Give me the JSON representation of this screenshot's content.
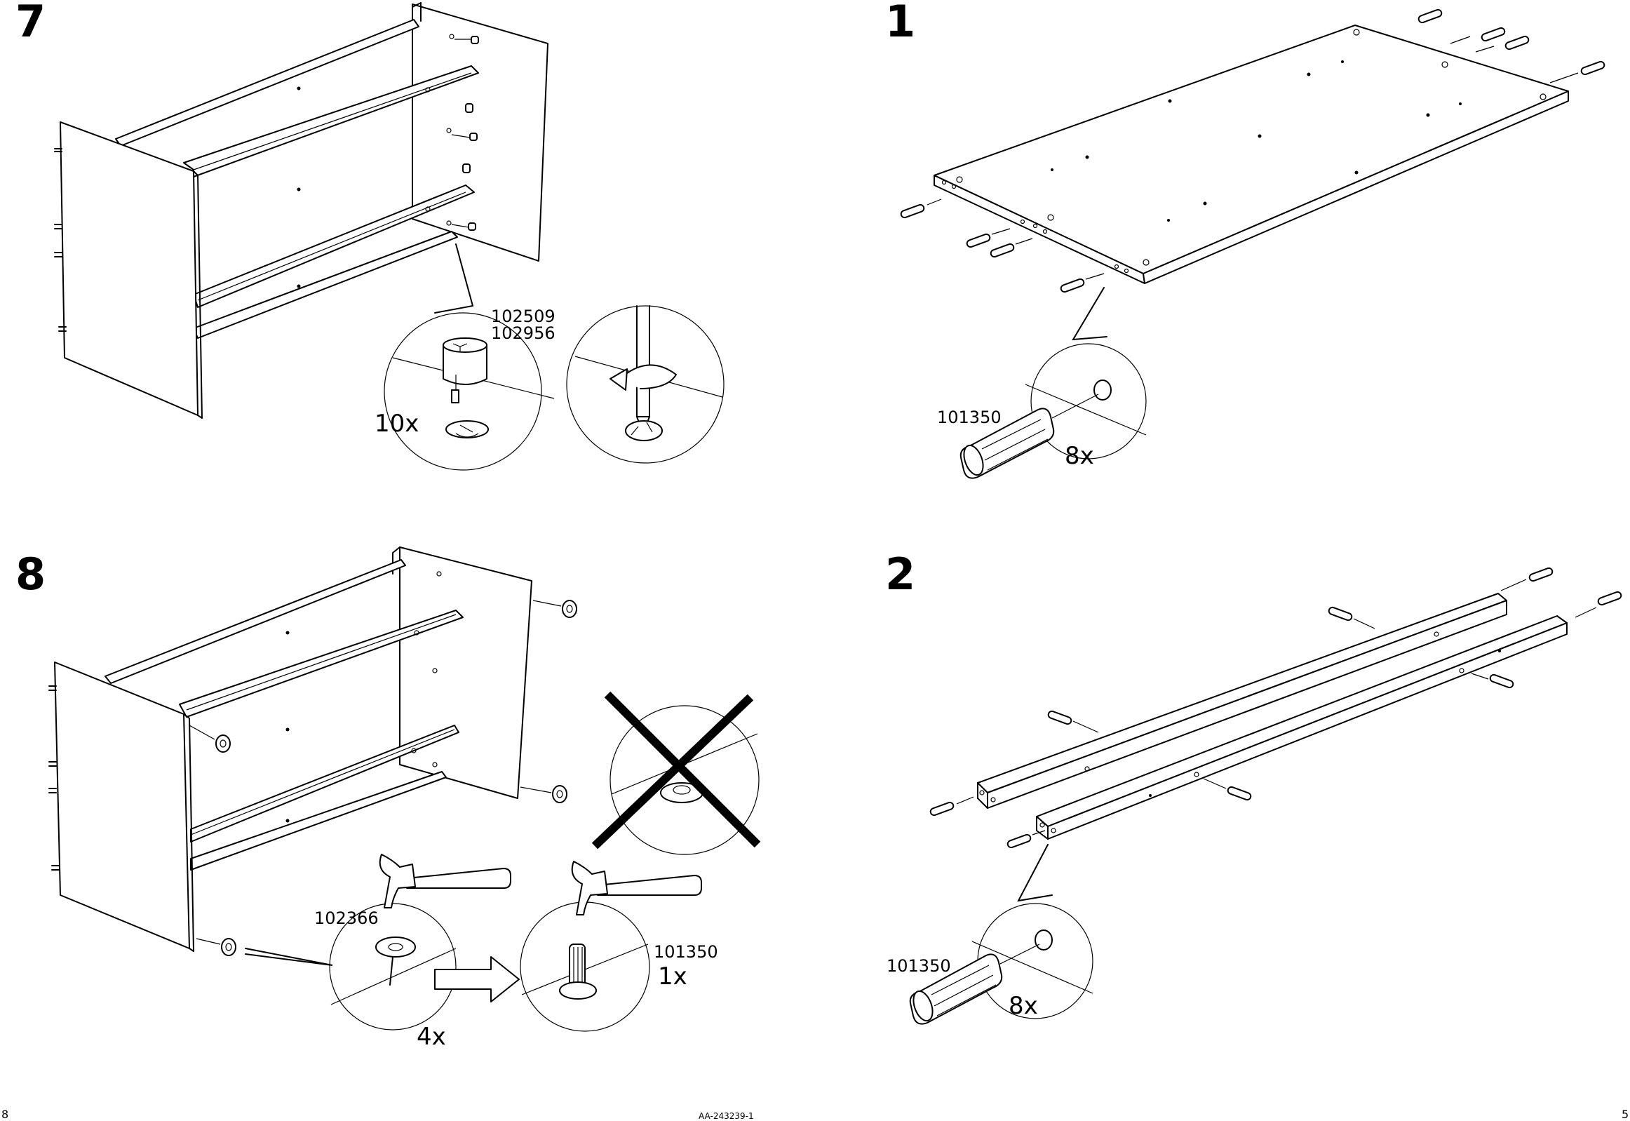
{
  "steps": [
    {
      "number": "7",
      "part_numbers": [
        "102509",
        "102956"
      ],
      "quantity": "10x"
    },
    {
      "number": "1",
      "part_number": "101350",
      "quantity": "8x"
    },
    {
      "number": "8",
      "part_numbers": [
        "102366",
        "101350"
      ],
      "quantities": [
        "4x",
        "1x"
      ]
    },
    {
      "number": "2",
      "part_number": "101350",
      "quantity": "8x"
    }
  ],
  "footer": {
    "left_page": "8",
    "document_code": "AA-243239-1",
    "right_page": "5"
  },
  "icons": {
    "forbidden": "x-cross-icon",
    "turn": "rotate-arrow-icon",
    "next": "right-arrow-icon"
  }
}
